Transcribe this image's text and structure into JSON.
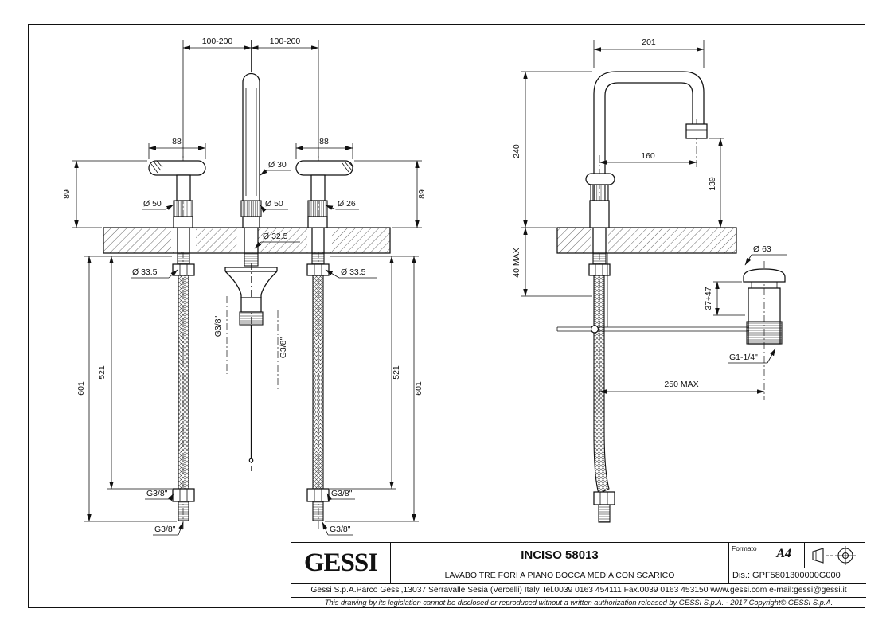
{
  "front_view": {
    "spacing_left": "100-200",
    "spacing_right": "100-200",
    "handle_width_left": "88",
    "handle_width_right": "88",
    "handle_height_left": "89",
    "handle_height_right": "89",
    "left_collar_dia": "Ø 50",
    "spout_dia": "Ø 30",
    "center_collar_dia": "Ø 50",
    "right_post_dia": "Ø 26",
    "center_hole_dia": "Ø 32.5",
    "left_hole_dia": "Ø 33.5",
    "right_hole_dia": "Ø 33.5",
    "left_hose_len": "521",
    "left_overall_len": "601",
    "right_hose_len": "521",
    "right_overall_len": "601",
    "center_conn_left": "G3/8\"",
    "center_conn_right": "G3/8\"",
    "left_conn_upper": "G3/8\"",
    "left_conn_lower": "G3/8\"",
    "right_conn_upper": "G3/8\"",
    "right_conn_lower": "G3/8\""
  },
  "side_view": {
    "spout_reach_overall": "201",
    "spout_height": "240",
    "spout_reach_axis": "160",
    "outlet_height": "139",
    "deck_thickness_max": "40 MAX",
    "drain_cap_dia": "Ø 63",
    "drain_adjust_range": "37÷47",
    "drain_conn": "G1-1/4\"",
    "drain_distance_max": "250 MAX"
  },
  "title_block": {
    "logo": "GESSI",
    "product_code": "INCISO 58013",
    "description": "LAVABO TRE FORI A PIANO BOCCA MEDIA CON SCARICO",
    "formato_label": "Formato",
    "formato_value": "A4",
    "drawing_number": "Dis.: GPF5801300000G000",
    "company_line": "Gessi S.p.A.Parco Gessi,13037 Serravalle Sesia (Vercelli) Italy Tel.0039 0163 454111 Fax.0039 0163 453150 www.gessi.com e-mail:gessi@gessi.it",
    "legal_line": "This drawing by its legislation cannot be disclosed or reproduced without a written authorization released by GESSI S.p.A. - 2017 Copyright© GESSI S.p.A."
  }
}
